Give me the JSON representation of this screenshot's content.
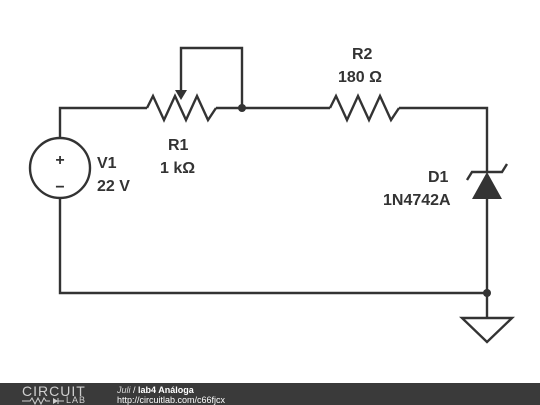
{
  "components": {
    "v1": {
      "ref": "V1",
      "value": "22 V"
    },
    "r1": {
      "ref": "R1",
      "value": "1 kΩ"
    },
    "r2": {
      "ref": "R2",
      "value": "180 Ω"
    },
    "d1": {
      "ref": "D1",
      "value": "1N4742A"
    }
  },
  "source_symbols": {
    "plus": "+",
    "minus": "−"
  },
  "footer": {
    "logo_top": "CIRCUIT",
    "logo_bottom": "LAB",
    "author": "Juli",
    "separator": " / ",
    "project": "lab4 Análoga",
    "url": "http://circuitlab.com/c66fjcx"
  },
  "colors": {
    "wire": "#333333",
    "footer_bg": "#3a3a3a",
    "footer_text": "#ffffff"
  }
}
